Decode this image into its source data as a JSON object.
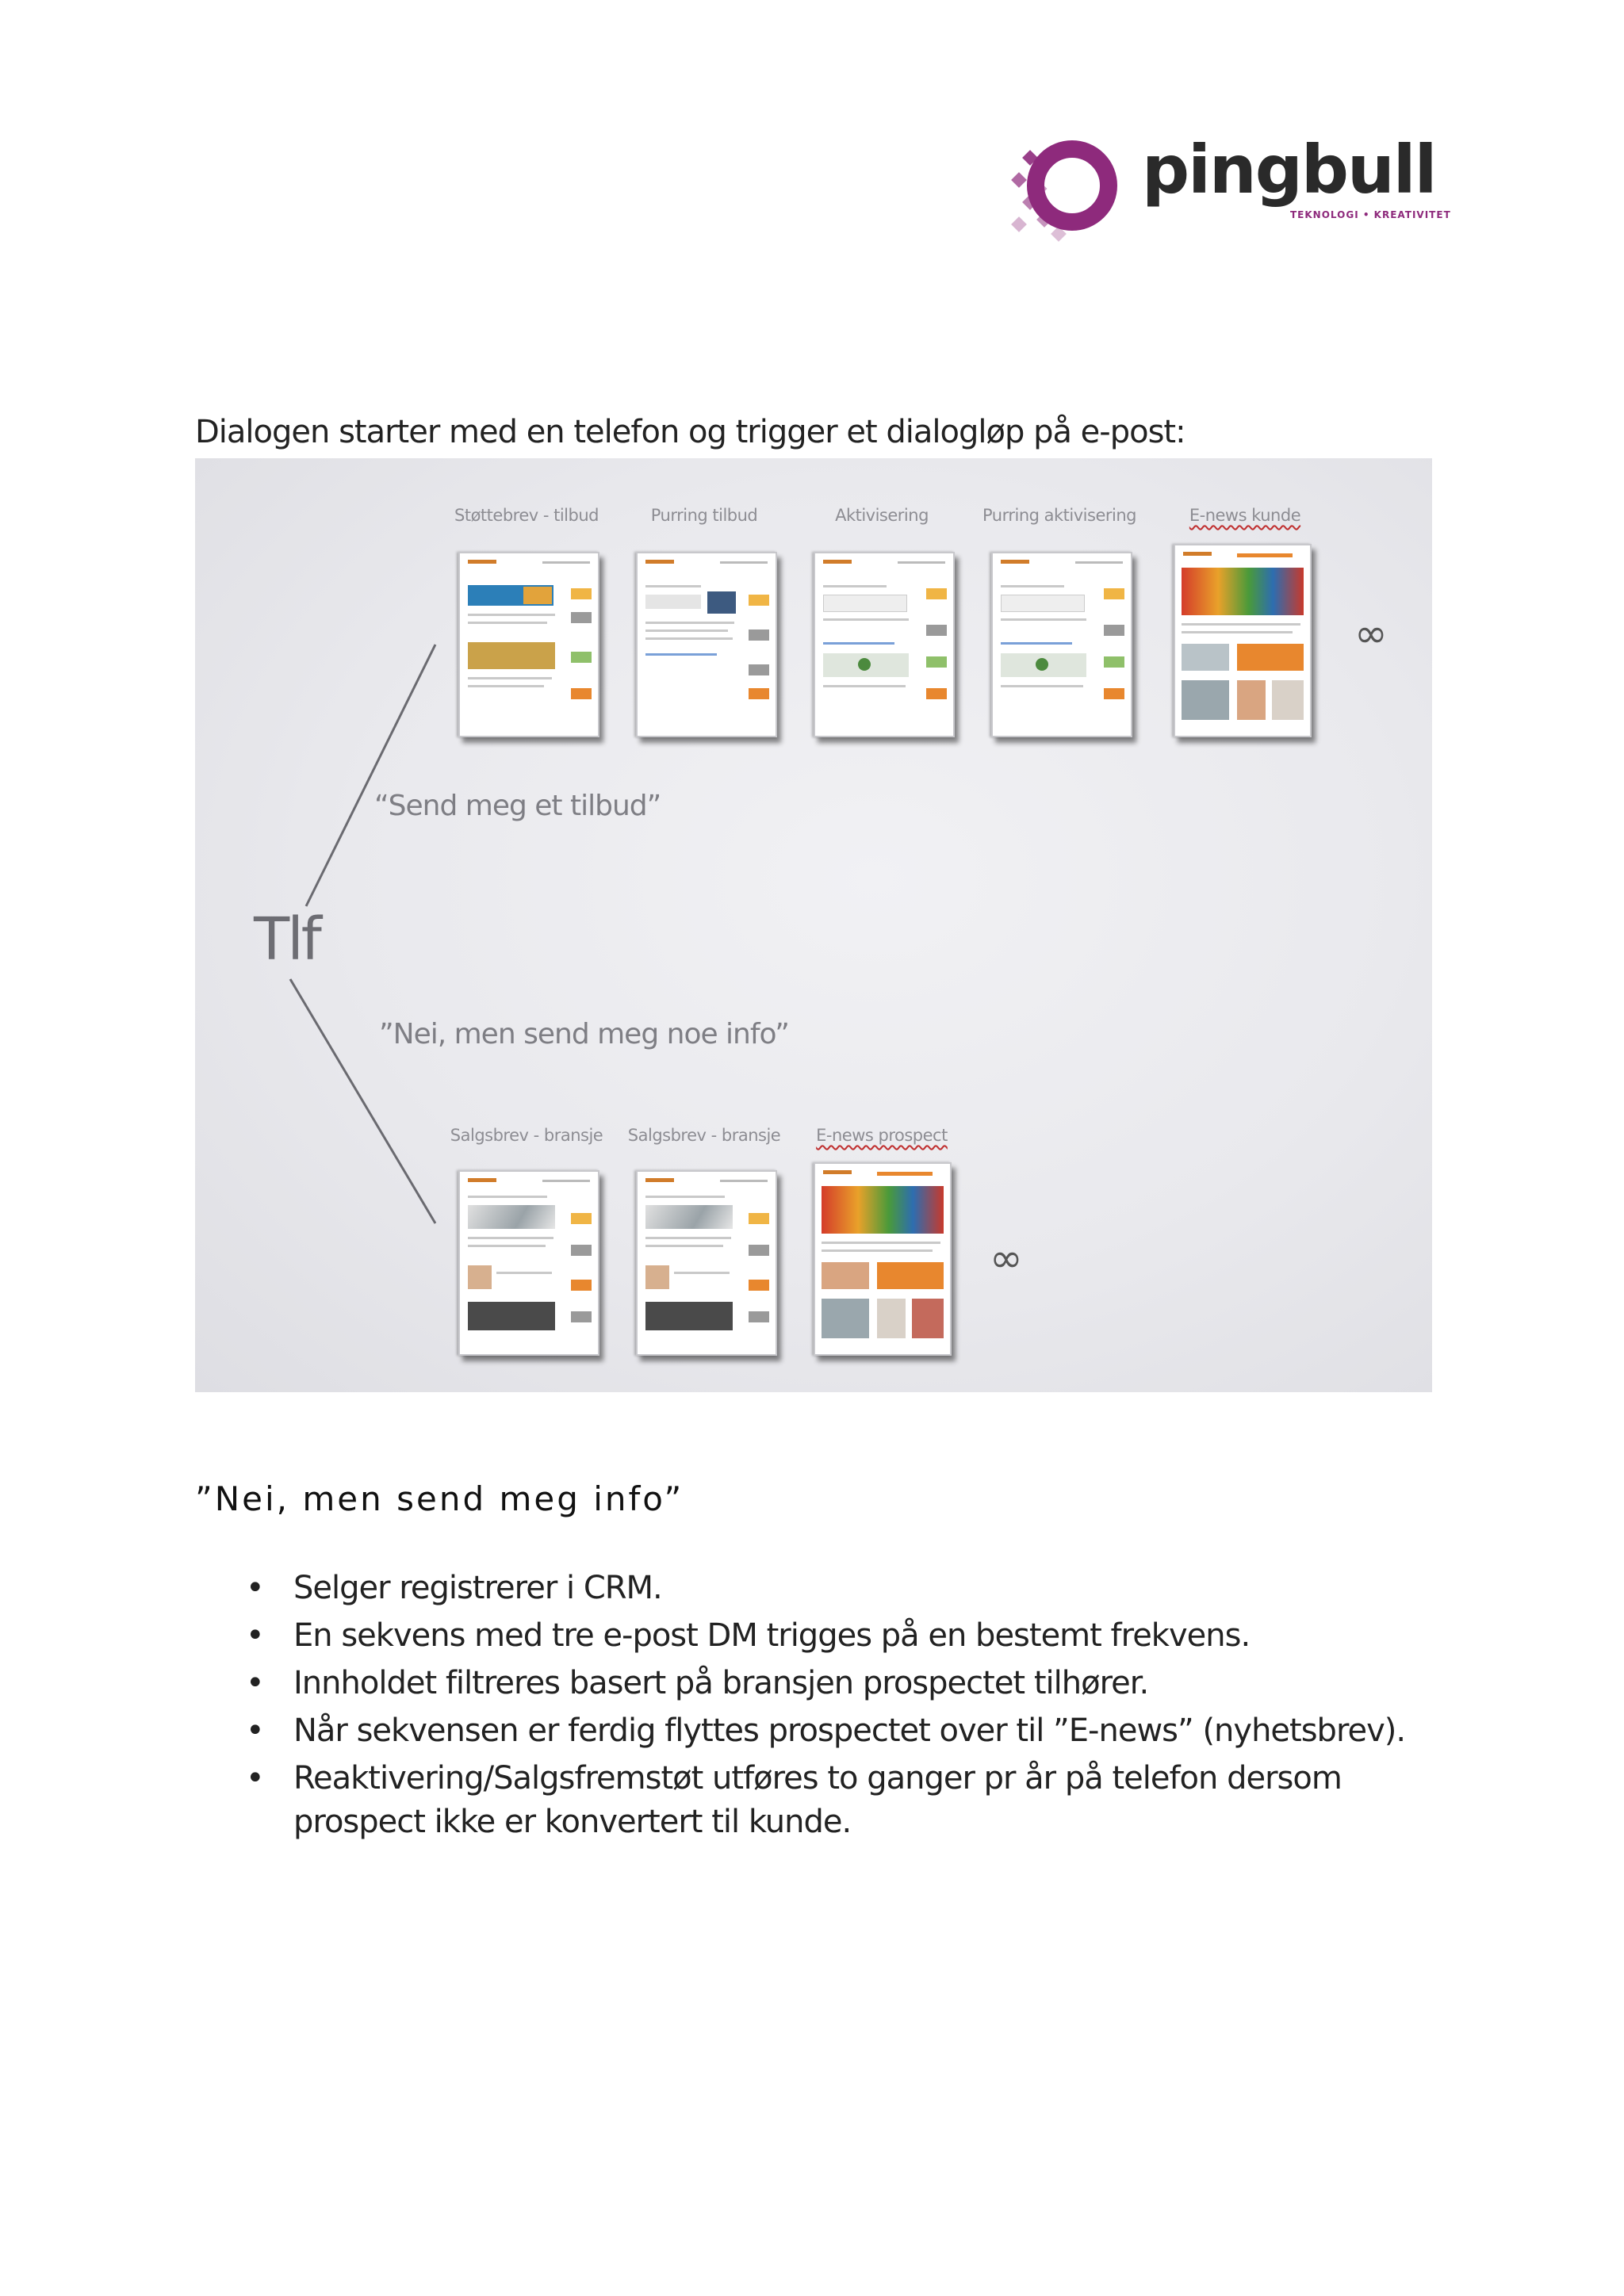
{
  "logo": {
    "wordmark": "pingbull",
    "tagline": "TEKNOLOGI • KREATIVITET",
    "brand_color": "#8e2a7c"
  },
  "intro": "Dialogen starter med en telefon og trigger et dialogløp på e-post:",
  "diagram": {
    "origin_label": "Tlf",
    "branch_offer": "“Send meg et tilbud”",
    "branch_info": "”Nei, men send meg noe info”",
    "infinity_symbol": "∞",
    "top_row": [
      {
        "label": "Støttebrev - tilbud",
        "underlined": false
      },
      {
        "label": "Purring tilbud",
        "underlined": false
      },
      {
        "label": "Aktivisering",
        "underlined": false
      },
      {
        "label": "Purring aktivisering",
        "underlined": false
      },
      {
        "label": "E-news kunde",
        "underlined": true
      }
    ],
    "bottom_row": [
      {
        "label": "Salgsbrev - bransje",
        "underlined": false
      },
      {
        "label": "Salgsbrev - bransje",
        "underlined": false
      },
      {
        "label": "E-news prospect",
        "underlined": true
      }
    ]
  },
  "section_title": "”Nei, men send meg info”",
  "bullets": [
    "Selger registrerer i CRM.",
    "En sekvens med tre e-post DM trigges på en bestemt frekvens.",
    "Innholdet filtreres basert på bransjen prospectet tilhører.",
    "Når sekvensen er ferdig flyttes prospectet over til ”E-news” (nyhetsbrev).",
    "Reaktivering/Salgsfremstøt utføres to ganger pr år på telefon dersom prospect ikke er konvertert til kunde."
  ]
}
